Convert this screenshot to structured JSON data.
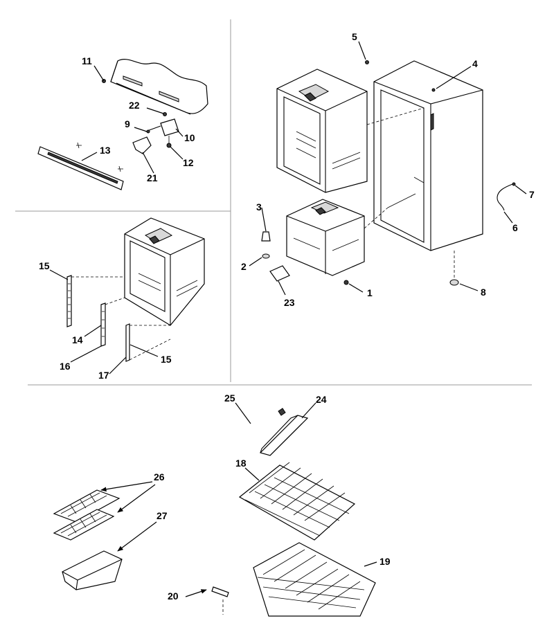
{
  "callouts": {
    "c1": "1",
    "c2": "2",
    "c3": "3",
    "c4": "4",
    "c5": "5",
    "c6": "6",
    "c7": "7",
    "c8": "8",
    "c9": "9",
    "c10": "10",
    "c11": "11",
    "c12": "12",
    "c13": "13",
    "c14": "14",
    "c15a": "15",
    "c15b": "15",
    "c16": "16",
    "c17": "17",
    "c18": "18",
    "c19": "19",
    "c20": "20",
    "c21": "21",
    "c22": "22",
    "c23": "23",
    "c24": "24",
    "c25": "25",
    "c26": "26",
    "c27": "27"
  }
}
